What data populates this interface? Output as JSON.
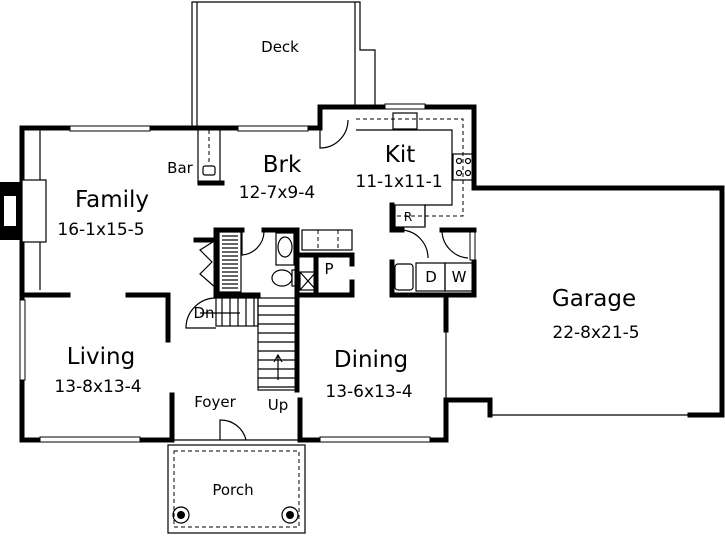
{
  "rooms": {
    "deck": {
      "name": "Deck"
    },
    "bar": {
      "name": "Bar"
    },
    "brk": {
      "name": "Brk",
      "dims": "12-7x9-4"
    },
    "kit": {
      "name": "Kit",
      "dims": "11-1x11-1"
    },
    "family": {
      "name": "Family",
      "dims": "16-1x15-5"
    },
    "garage": {
      "name": "Garage",
      "dims": "22-8x21-5"
    },
    "living": {
      "name": "Living",
      "dims": "13-8x13-4"
    },
    "dining": {
      "name": "Dining",
      "dims": "13-6x13-4"
    },
    "foyer": {
      "name": "Foyer"
    },
    "porch": {
      "name": "Porch"
    }
  },
  "fixtures": {
    "pantry": "P",
    "refrigerator": "R",
    "dryer": "D",
    "washer": "W",
    "stairs_down": "Dn",
    "stairs_up": "Up"
  }
}
